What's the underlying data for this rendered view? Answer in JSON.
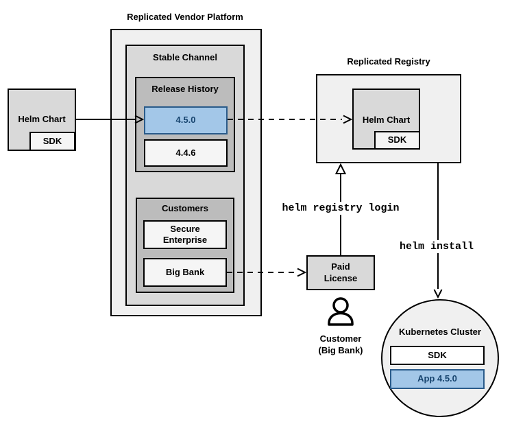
{
  "colors": {
    "highlight_fill": "#a3c7e8",
    "highlight_border": "#2a5b8a",
    "highlight_text": "#17446e",
    "container_light": "#f0f0f0",
    "container_mid": "#d9d9d9",
    "container_dark": "#bcbcbc",
    "leaf_box": "#f5f5f5",
    "line": "#000000"
  },
  "platform": {
    "title": "Replicated Vendor Platform",
    "stable_channel": {
      "label": "Stable Channel",
      "release_history": {
        "label": "Release History",
        "releases": [
          {
            "version": "4.5.0",
            "highlighted": true
          },
          {
            "version": "4.4.6",
            "highlighted": false
          }
        ]
      },
      "customers": {
        "label": "Customers",
        "items": [
          {
            "name": "Secure Enterprise"
          },
          {
            "name": "Big Bank"
          }
        ]
      }
    }
  },
  "source_chart": {
    "label": "Helm Chart",
    "sdk_label": "SDK"
  },
  "registry": {
    "title": "Replicated Registry",
    "helm_chart": {
      "label": "Helm Chart",
      "sdk_label": "SDK"
    }
  },
  "paid_license": {
    "line1": "Paid",
    "line2": "License"
  },
  "customer": {
    "line1": "Customer",
    "line2": "(Big Bank)"
  },
  "cluster": {
    "title": "Kubernetes Cluster",
    "sdk_label": "SDK",
    "app_label": "App 4.5.0"
  },
  "commands": {
    "registry_login": "helm registry login",
    "install": "helm install"
  }
}
